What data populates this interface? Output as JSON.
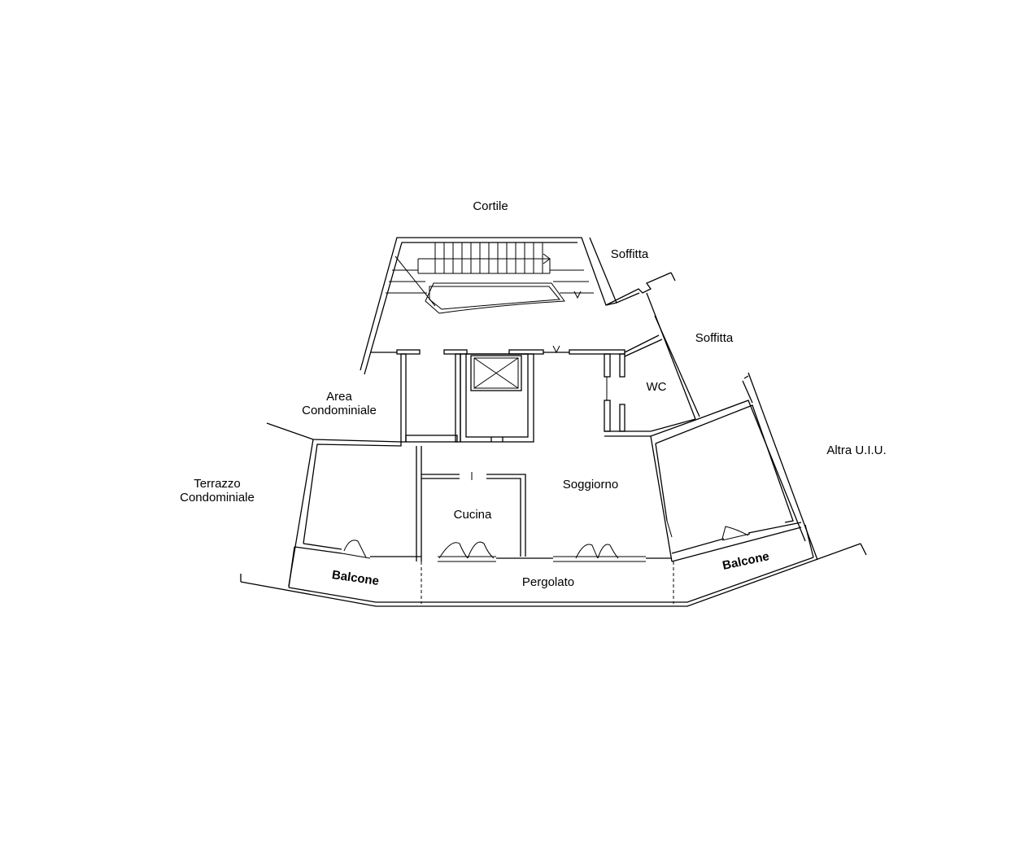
{
  "labels": {
    "cortile": "Cortile",
    "soffitta_1": "Soffitta",
    "soffitta_2": "Soffitta",
    "area_condominiale": "Area\nCondominiale",
    "terrazzo_condominiale": "Terrazzo\nCondominiale",
    "wc": "WC",
    "altra_uiu": "Altra U.I.U.",
    "soggiorno": "Soggiorno",
    "cucina": "Cucina",
    "balcone_left": "Balcone",
    "pergolato": "Pergolato",
    "balcone_right": "Balcone"
  },
  "colors": {
    "line": "#000000",
    "background": "#ffffff"
  }
}
